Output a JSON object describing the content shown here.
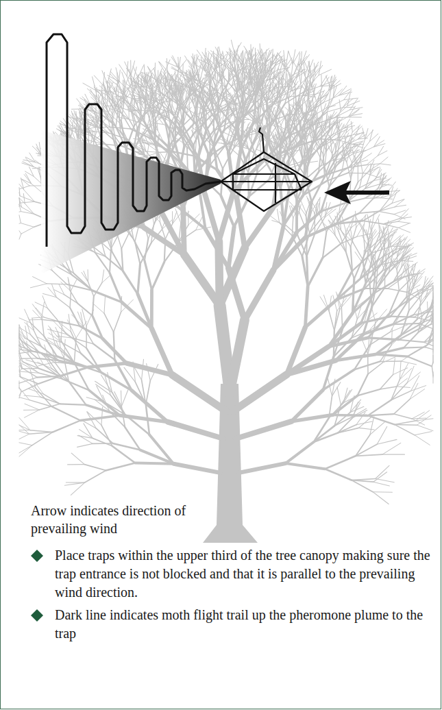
{
  "diagram": {
    "labels": [
      "Arrow indicates direction of prevailing wind",
      "Place traps within the upper third of the tree canopy making sure the trap entrance is not blocked and that it is parallel to the prevailing wind direction.",
      "Dark line indicates moth flight trail up the pheromone plume to the trap"
    ]
  }
}
